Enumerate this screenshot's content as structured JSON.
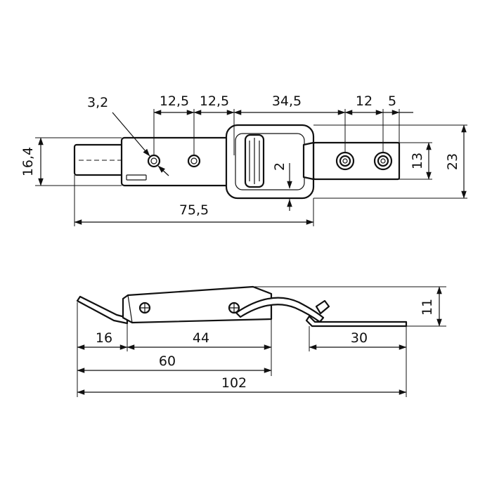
{
  "top_view": {
    "dims": {
      "hole_diameter": "3,2",
      "pitch_1": "12,5",
      "pitch_2": "12,5",
      "hook_span": "34,5",
      "plate_hole_pitch": "12",
      "plate_edge": "5",
      "width_left": "16,4",
      "offset": "2",
      "plate_width": "13",
      "total_width": "23",
      "length": "75,5"
    }
  },
  "side_view": {
    "dims": {
      "height": "11",
      "bend": "16",
      "body": "44",
      "plate": "30",
      "lever": "60",
      "total": "102"
    }
  }
}
